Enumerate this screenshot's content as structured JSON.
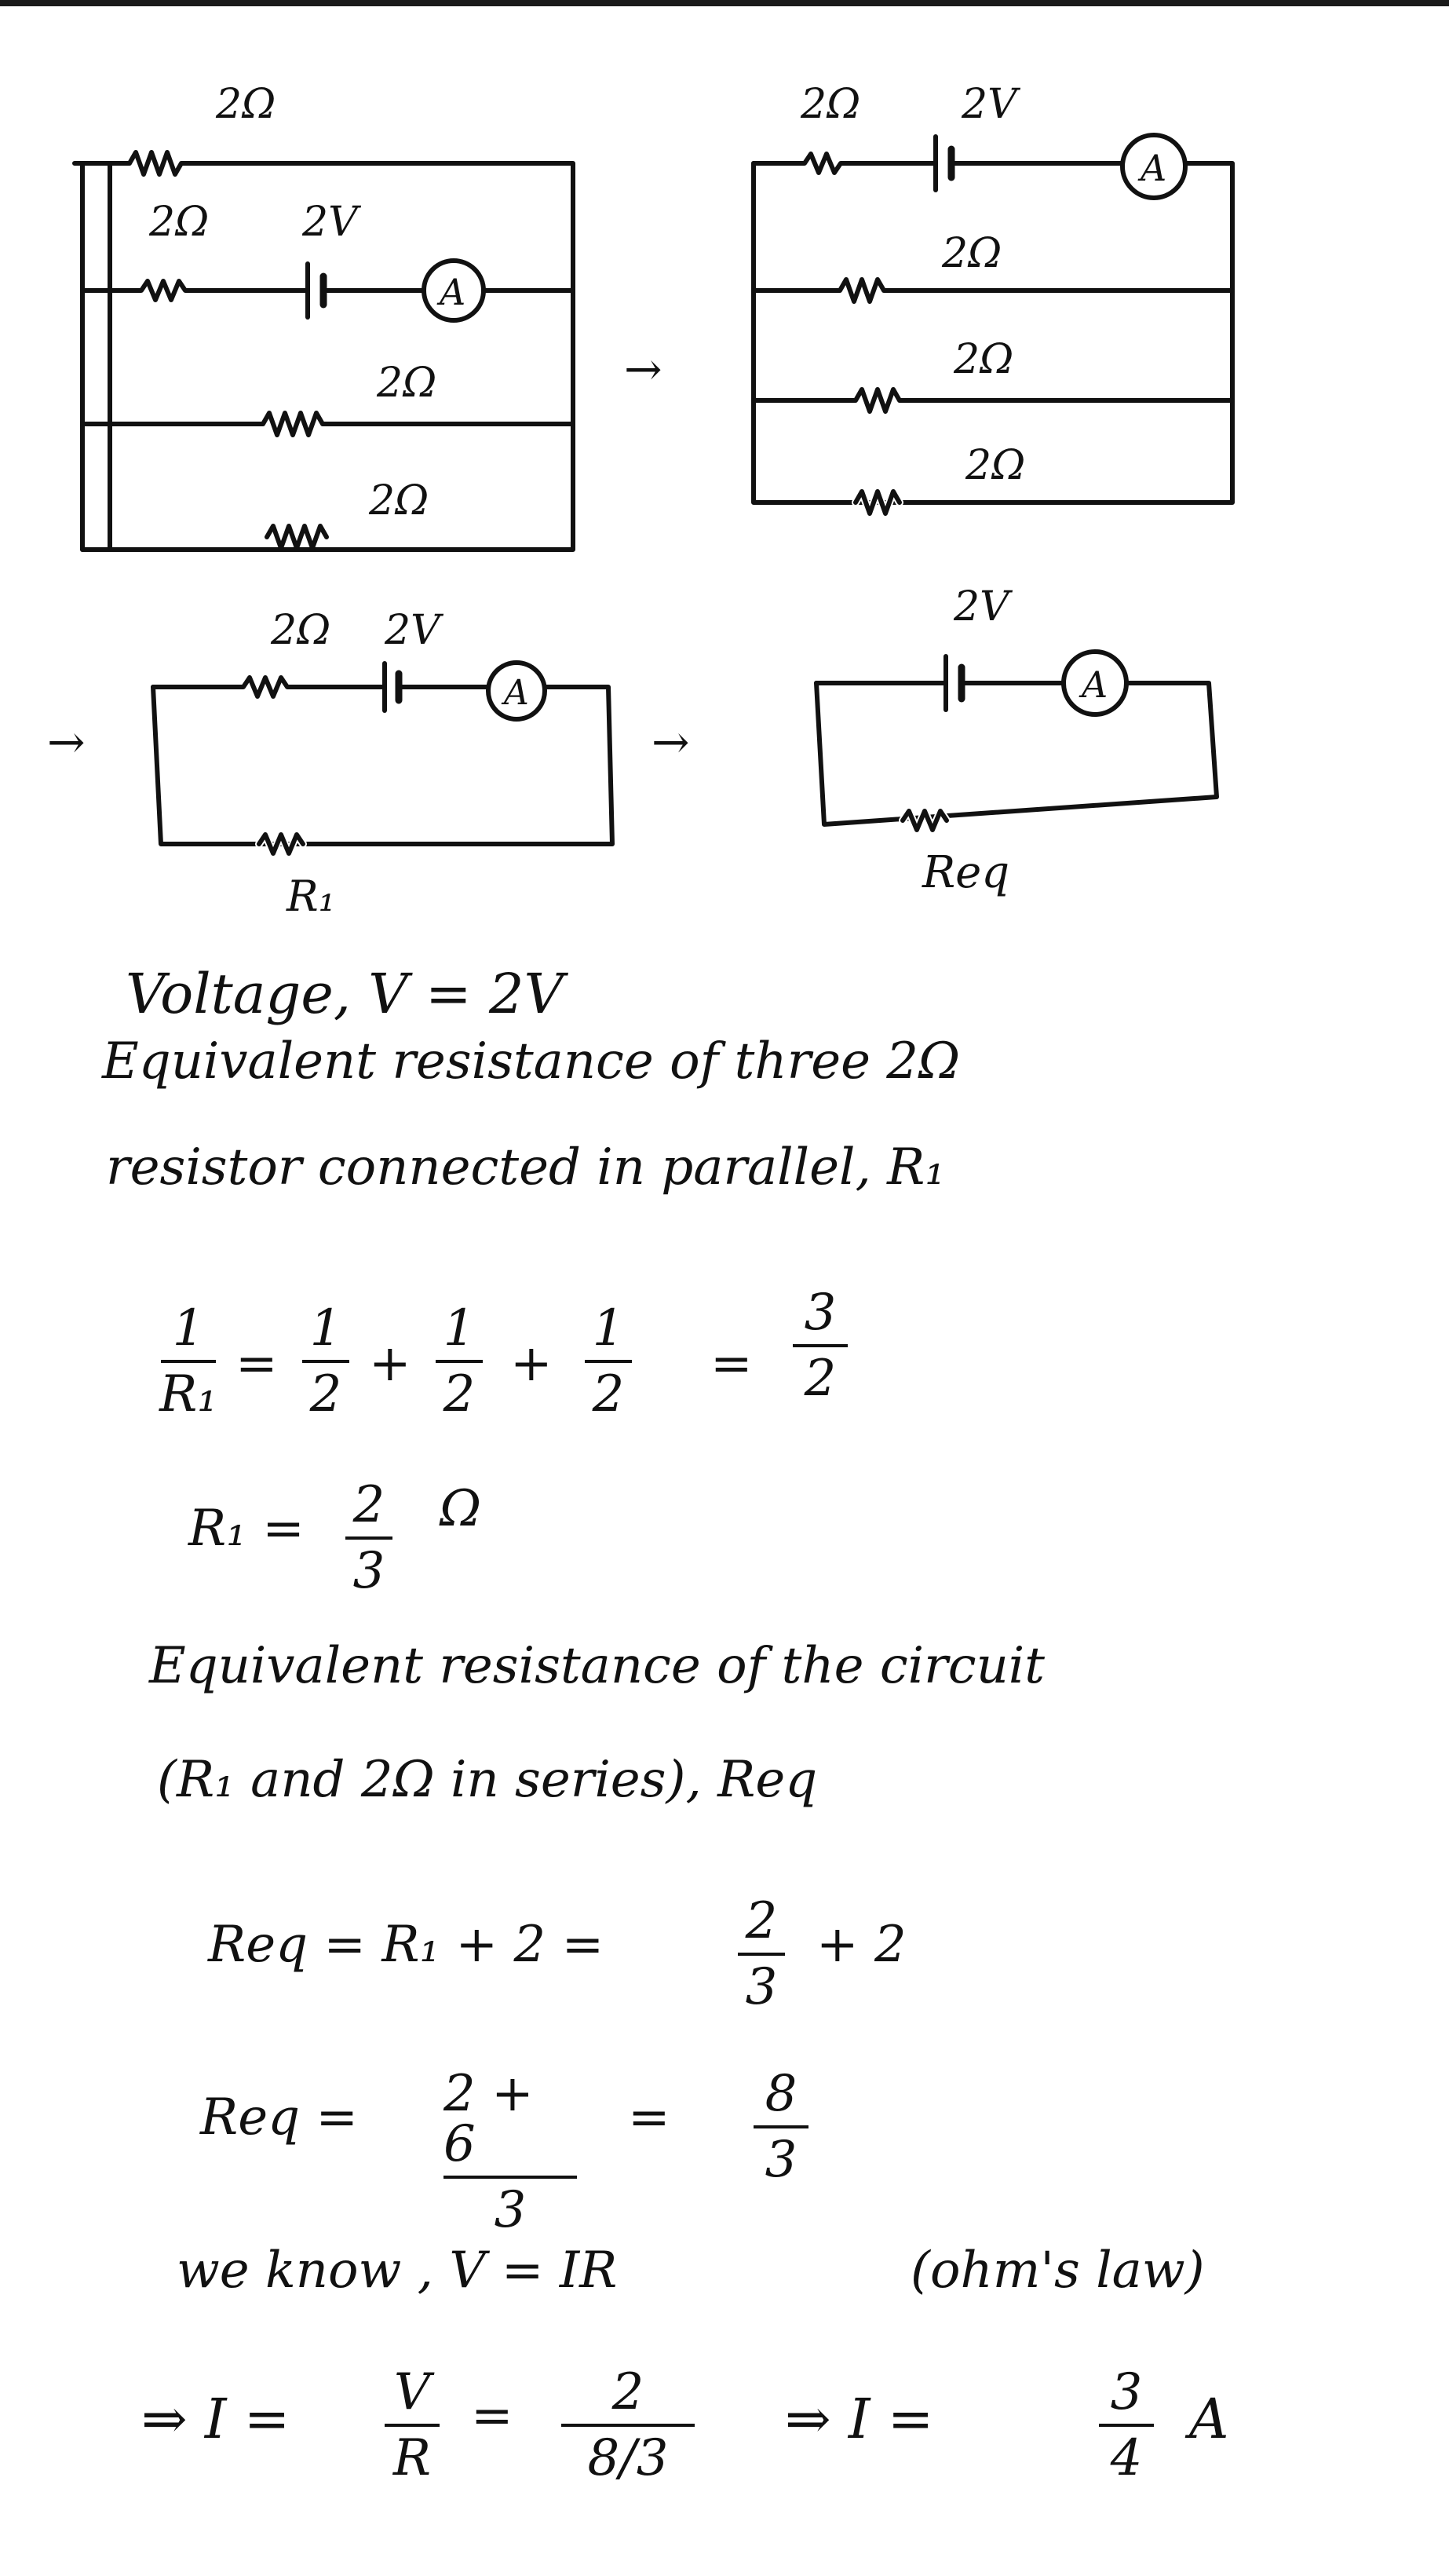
{
  "circuits": {
    "r2": "2Ω",
    "v2": "2V",
    "ammeter": "A",
    "r1": "R₁",
    "req": "Req",
    "arrow": "→"
  },
  "solution": {
    "voltage": "Voltage, V = 2V",
    "equiv_parallel_1": "Equivalent resistance of three 2Ω",
    "equiv_parallel_2": "resistor connected in parallel, R₁",
    "eq1": {
      "lhs_num": "1",
      "lhs_den": "R₁",
      "eq": "=",
      "t1_num": "1",
      "t1_den": "2",
      "plus": "+",
      "t2_num": "1",
      "t2_den": "2",
      "t3_num": "1",
      "t3_den": "2",
      "res_num": "3",
      "res_den": "2"
    },
    "eq2": {
      "lhs": "R₁ =",
      "num": "2",
      "den": "3",
      "unit": "Ω"
    },
    "equiv_circuit_1": "Equivalent resistance of the circuit",
    "equiv_circuit_2": "(R₁ and 2Ω in series), Req",
    "eq3": {
      "lhs": "Req = R₁ + 2 =",
      "num": "2",
      "den": "3",
      "tail": "+ 2"
    },
    "eq4": {
      "lhs": "Req =",
      "num1": "2 + 6",
      "den1": "3",
      "eq": "=",
      "num2": "8",
      "den2": "3"
    },
    "ohm": "we know , V = IR",
    "ohm_note": "(ohm's law)",
    "eq5": {
      "start": "⇒ I =",
      "num1": "V",
      "den1": "R",
      "eq": "=",
      "num2": "2",
      "den2": "8/3",
      "implies": "⇒ I =",
      "num3": "3",
      "den3": "4",
      "unit": "A"
    }
  }
}
